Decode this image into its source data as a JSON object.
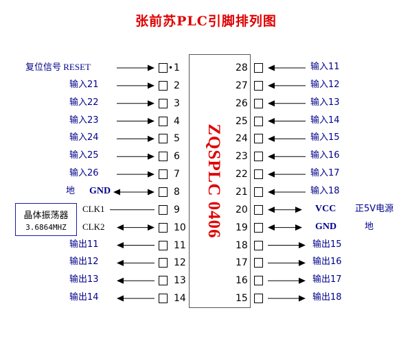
{
  "title": "张前苏PLC引脚排列图",
  "chip": {
    "label": "ZQSPLC 0406",
    "pin1_dot": "•"
  },
  "pins": [
    {
      "num": "1",
      "side": "left",
      "text": "复位信号 RESET",
      "dir": "in"
    },
    {
      "num": "2",
      "side": "left",
      "text": "输入21",
      "dir": "in"
    },
    {
      "num": "3",
      "side": "left",
      "text": "输入22",
      "dir": "in"
    },
    {
      "num": "4",
      "side": "left",
      "text": "输入23",
      "dir": "in"
    },
    {
      "num": "5",
      "side": "left",
      "text": "输入24",
      "dir": "in"
    },
    {
      "num": "6",
      "side": "left",
      "text": "输入25",
      "dir": "in"
    },
    {
      "num": "7",
      "side": "left",
      "text": "输入26",
      "dir": "in"
    },
    {
      "num": "8",
      "side": "left",
      "text": "GND",
      "prefix": "地",
      "dir": "both"
    },
    {
      "num": "9",
      "side": "left",
      "text": "CLK1",
      "dir": "none"
    },
    {
      "num": "10",
      "side": "left",
      "text": "CLK2",
      "dir": "both"
    },
    {
      "num": "11",
      "side": "left",
      "text": "输出11",
      "dir": "out"
    },
    {
      "num": "12",
      "side": "left",
      "text": "输出12",
      "dir": "out"
    },
    {
      "num": "13",
      "side": "left",
      "text": "输出13",
      "dir": "out"
    },
    {
      "num": "14",
      "side": "left",
      "text": "输出14",
      "dir": "out"
    },
    {
      "num": "28",
      "side": "right",
      "text": "输入11",
      "dir": "in"
    },
    {
      "num": "27",
      "side": "right",
      "text": "输入12",
      "dir": "in"
    },
    {
      "num": "26",
      "side": "right",
      "text": "输入13",
      "dir": "in"
    },
    {
      "num": "25",
      "side": "right",
      "text": "输入14",
      "dir": "in"
    },
    {
      "num": "24",
      "side": "right",
      "text": "输入15",
      "dir": "in"
    },
    {
      "num": "23",
      "side": "right",
      "text": "输入16",
      "dir": "in"
    },
    {
      "num": "22",
      "side": "right",
      "text": "输入17",
      "dir": "in"
    },
    {
      "num": "21",
      "side": "right",
      "text": "输入18",
      "dir": "in"
    },
    {
      "num": "20",
      "side": "right",
      "text": "VCC",
      "suffix": "正5V电源",
      "dir": "both"
    },
    {
      "num": "19",
      "side": "right",
      "text": "GND",
      "suffix": "地",
      "dir": "both"
    },
    {
      "num": "18",
      "side": "right",
      "text": "输出15",
      "dir": "out"
    },
    {
      "num": "17",
      "side": "right",
      "text": "输出16",
      "dir": "out"
    },
    {
      "num": "16",
      "side": "right",
      "text": "输出17",
      "dir": "out"
    },
    {
      "num": "15",
      "side": "right",
      "text": "输出18",
      "dir": "out"
    }
  ],
  "crystal": {
    "name": "晶体振荡器",
    "freq": "3.6864MHZ"
  },
  "colors": {
    "title": "#e00000",
    "chip_label": "#e00000",
    "signal": "#00008b",
    "outline": "#000000"
  }
}
